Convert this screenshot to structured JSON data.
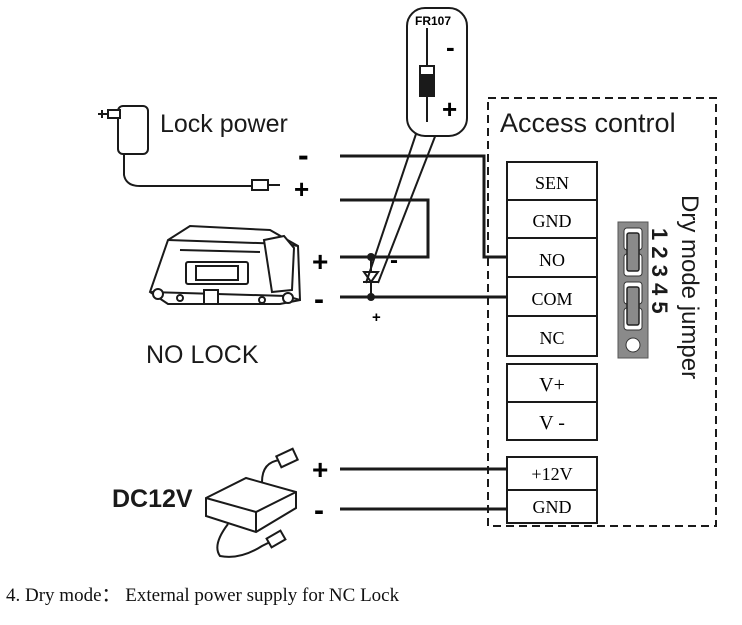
{
  "diagram": {
    "access_control_label": "Access control",
    "lock_power_label": "Lock power",
    "no_lock_label": "NO LOCK",
    "dc_label": "DC12V",
    "diode_part": "FR107",
    "diode_minus": "-",
    "diode_plus": "+",
    "lock_power_minus": "-",
    "lock_power_plus": "+",
    "lock_plus": "+",
    "lock_minus": "-",
    "diode_bottom_minus": "-",
    "diode_bottom_plus": "+",
    "dc_plus": "+",
    "dc_minus": "-",
    "jumper_title": "Dry mode jumper",
    "jumper_numbers": "1 2 3 4 5",
    "terminals_top": [
      "SEN",
      "GND",
      "NO",
      "COM",
      "NC"
    ],
    "terminals_mid": [
      "V+",
      "V -"
    ],
    "terminals_bottom": [
      "+12V",
      "GND"
    ]
  },
  "caption": "4. Dry mode： External power supply for NC Lock",
  "colors": {
    "ink": "#1a1a1a",
    "jumper_body": "#8a8a8a",
    "paper": "#ffffff"
  }
}
